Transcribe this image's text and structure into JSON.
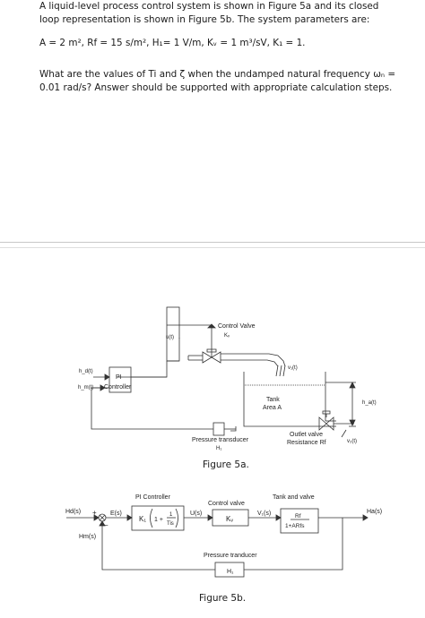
{
  "question": {
    "intro": "A liquid-level process control system is shown in Figure 5a and its closed loop representation is shown in Figure 5b. The system parameters are:",
    "params_text": "A = 2 m², Rf = 15 s/m², H₁= 1 V/m, Kᵥ = 1 m³/sV, K₁ = 1.",
    "prompt": "What are the values of Ti and ζ when the undamped natural frequency ωₙ = 0.01 rad/s? Answer should be supported with appropriate calculation steps."
  },
  "figure_5a": {
    "caption": "Figure 5a.",
    "labels": {
      "u": "u(t)",
      "control_valve": "Control Valve",
      "kv": "Kᵥ",
      "v1": "v₁(t)",
      "hd": "h_d(t)",
      "hm": "h_m(t)",
      "pi": "PI",
      "controller": "Controller",
      "tank": "Tank",
      "area": "Area  A",
      "ha": "h_a(t)",
      "outlet_valve": "Outlet valve",
      "resistance": "Resistance Rf",
      "v2": "v₂(t)",
      "pressure_transducer": "Pressure transducer",
      "h1": "H₁"
    }
  },
  "figure_5b": {
    "caption": "Figure 5b.",
    "labels": {
      "pi_controller": "PI Controller",
      "control_valve": "Control valve",
      "tank_valve": "Tank and valve",
      "hd": "Hd(s)",
      "hm": "Hm(s)",
      "es": "E(s)",
      "us": "U(s)",
      "v1s": "V₁(s)",
      "has": "Ha(s)",
      "plus": "+",
      "minus": "−",
      "k1": "K₁",
      "one_plus": "1 +",
      "one": "1",
      "tis": "Tis",
      "kv": "Kᵥ",
      "rf": "Rf",
      "den": "1+ARfs",
      "pressure_tranducer": "Pressure tranducer",
      "h1": "H₁"
    }
  }
}
